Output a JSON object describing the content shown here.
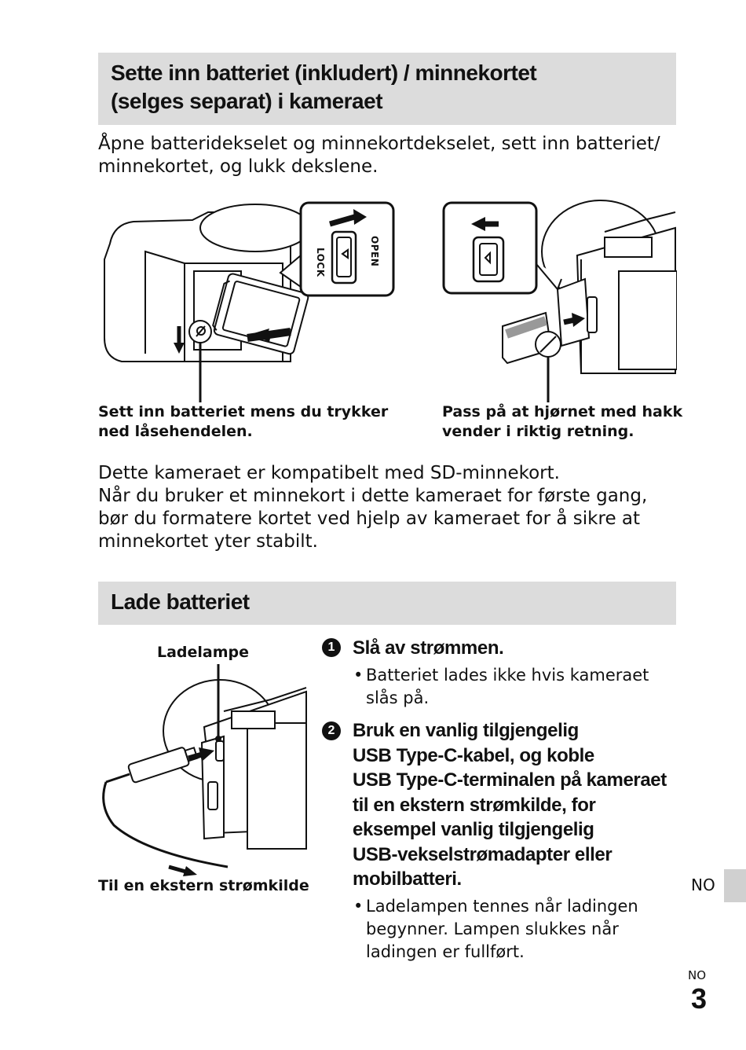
{
  "section1": {
    "heading_line1": "Sette inn batteriet (inkludert) / minnekortet",
    "heading_line2": "(selges separat) i kameraet",
    "intro_line1": "Åpne batteridekselet og minnekortdekselet, sett inn batteriet/",
    "intro_line2": "minnekortet, og lukk dekslene.",
    "figure_left": {
      "lock_label": "LOCK",
      "open_label": "OPEN",
      "caption_line1": "Sett inn batteriet mens du trykker",
      "caption_line2": "ned låsehendelen."
    },
    "figure_right": {
      "caption_line1": "Pass på at hjørnet med hakk",
      "caption_line2": "vender i riktig retning."
    },
    "para_line1": "Dette kameraet er kompatibelt med SD-minnekort.",
    "para_line2": "Når du bruker et minnekort i dette kameraet for første gang,",
    "para_line3": "bør du formatere kortet ved hjelp av kameraet for å sikre at",
    "para_line4": "minnekortet yter stabilt."
  },
  "section2": {
    "heading": "Lade batteriet",
    "figure": {
      "lamp_label": "Ladelampe",
      "source_label": "Til en ekstern strømkilde"
    },
    "steps": [
      {
        "number": "1",
        "title_lines": [
          "Slå av strømmen."
        ],
        "bullet_lines": [
          "Batteriet lades ikke hvis kameraet",
          "slås på."
        ]
      },
      {
        "number": "2",
        "title_lines": [
          "Bruk en vanlig tilgjengelig",
          "USB Type-C-kabel, og koble",
          "USB Type-C-terminalen på kameraet",
          "til en ekstern strømkilde, for",
          "eksempel vanlig tilgjengelig",
          "USB-vekselstrømadapter eller",
          "mobilbatteri."
        ],
        "bullet_lines": [
          "Ladelampen tennes når ladingen",
          "begynner. Lampen slukkes når",
          "ladingen er fullført."
        ]
      }
    ]
  },
  "side_tab": "NO",
  "footer": {
    "lang": "NO",
    "page_number": "3"
  }
}
